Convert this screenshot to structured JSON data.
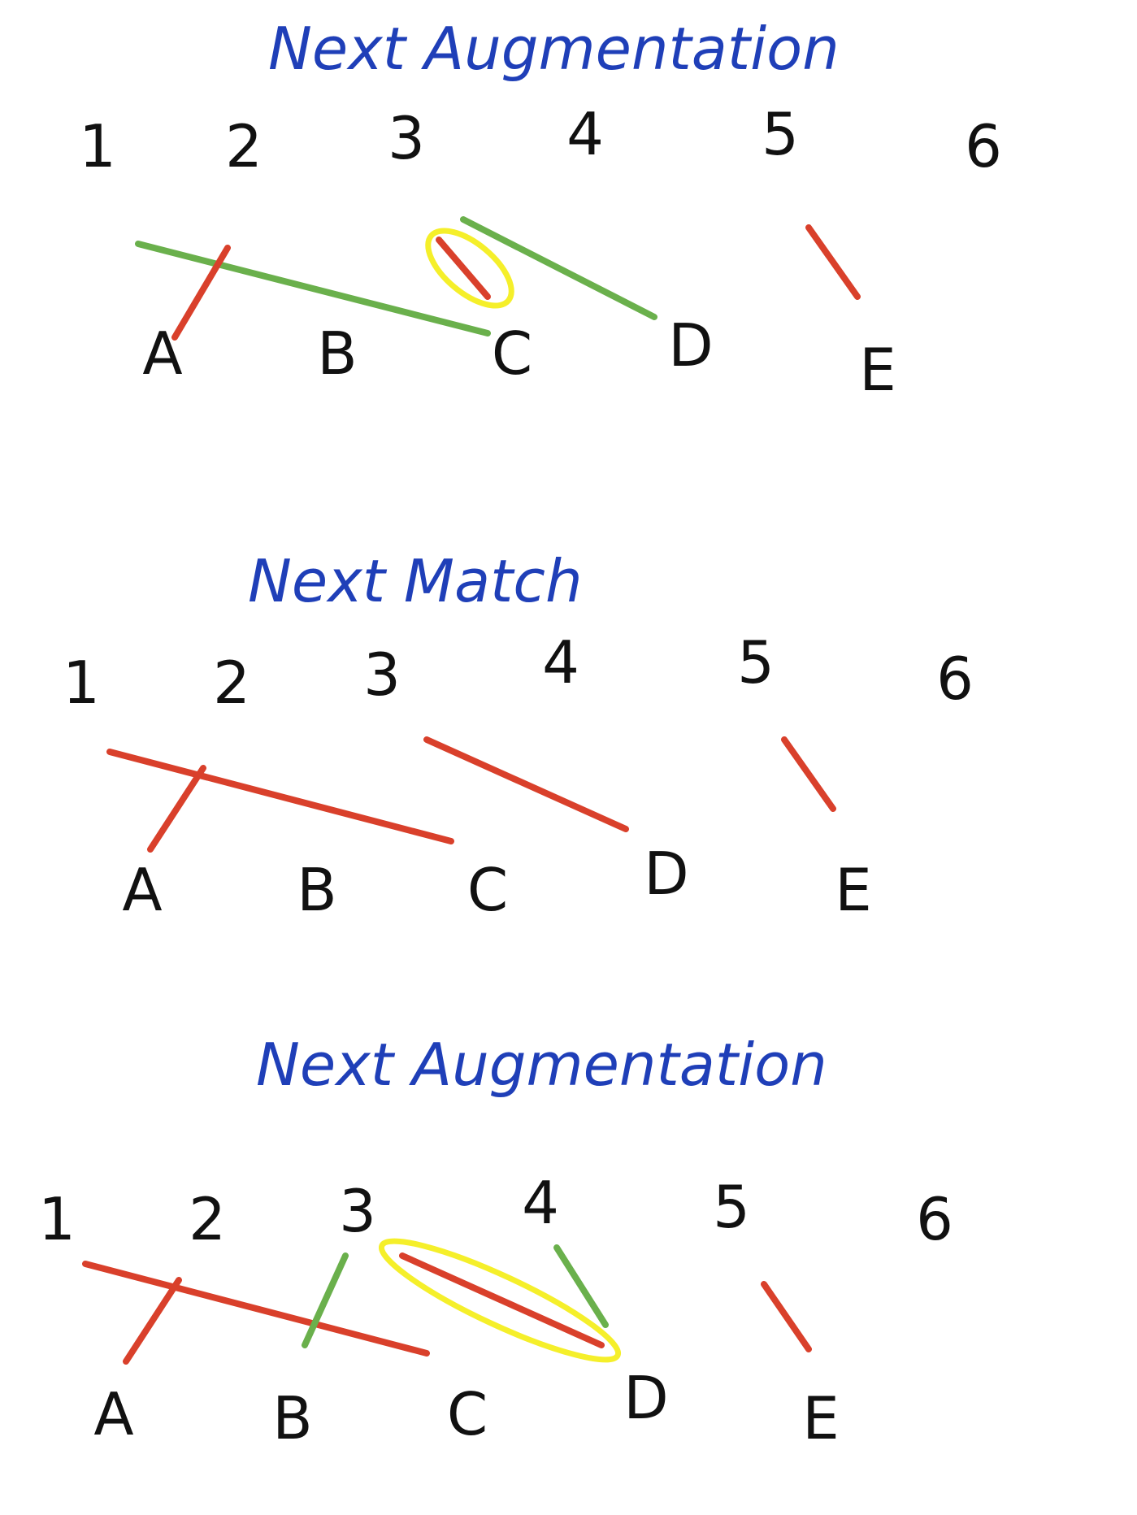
{
  "colors": {
    "title": "#1f3fb8",
    "text": "#111111",
    "matched_edge": "#d9402b",
    "augmenting_edge": "#6ab04c",
    "highlight": "#f5ef2a"
  },
  "panels": [
    {
      "title": "Next Augmentation",
      "top_nodes": [
        "1",
        "2",
        "3",
        "4",
        "5",
        "6"
      ],
      "bottom_nodes": [
        "A",
        "B",
        "C",
        "D",
        "E"
      ],
      "edges": [
        {
          "from": "1",
          "to": "C",
          "kind": "augmenting"
        },
        {
          "from": "2",
          "to": "A",
          "kind": "matched"
        },
        {
          "from": "3",
          "to": "C",
          "kind": "matched",
          "highlighted": true
        },
        {
          "from": "3",
          "to": "D",
          "kind": "augmenting"
        },
        {
          "from": "5",
          "to": "E",
          "kind": "matched"
        }
      ]
    },
    {
      "title": "Next Match",
      "top_nodes": [
        "1",
        "2",
        "3",
        "4",
        "5",
        "6"
      ],
      "bottom_nodes": [
        "A",
        "B",
        "C",
        "D",
        "E"
      ],
      "edges": [
        {
          "from": "1",
          "to": "C",
          "kind": "matched"
        },
        {
          "from": "2",
          "to": "A",
          "kind": "matched"
        },
        {
          "from": "3",
          "to": "D",
          "kind": "matched"
        },
        {
          "from": "5",
          "to": "E",
          "kind": "matched"
        }
      ]
    },
    {
      "title": "Next Augmentation",
      "top_nodes": [
        "1",
        "2",
        "3",
        "4",
        "5",
        "6"
      ],
      "bottom_nodes": [
        "A",
        "B",
        "C",
        "D",
        "E"
      ],
      "edges": [
        {
          "from": "1",
          "to": "C",
          "kind": "matched"
        },
        {
          "from": "2",
          "to": "A",
          "kind": "matched"
        },
        {
          "from": "3",
          "to": "B",
          "kind": "augmenting"
        },
        {
          "from": "3",
          "to": "D",
          "kind": "matched",
          "highlighted": true
        },
        {
          "from": "4",
          "to": "D",
          "kind": "augmenting"
        },
        {
          "from": "5",
          "to": "E",
          "kind": "matched"
        }
      ]
    }
  ]
}
